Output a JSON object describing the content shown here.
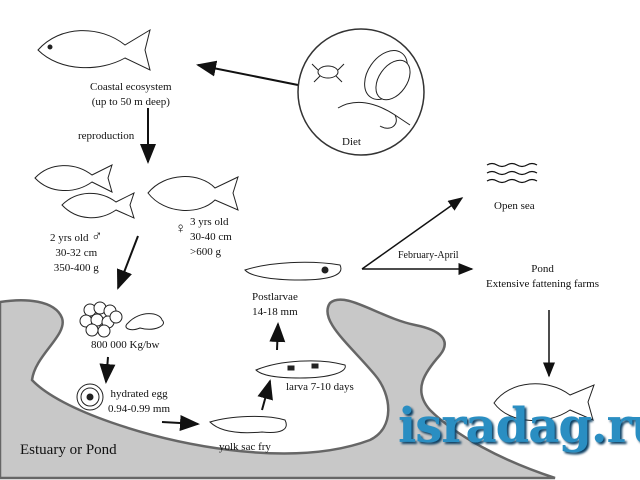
{
  "labels": {
    "coastal_line1": "Coastal ecosystem",
    "coastal_line2": "(up to 50 m deep)",
    "diet": "Diet",
    "reproduction": "reproduction",
    "male_age": "2 yrs old",
    "male_length": "30-32 cm",
    "male_weight": "350-400 g",
    "female_age": "3 yrs old",
    "female_length": "30-40 cm",
    "female_weight": ">600 g",
    "eggs": "800 000 Kg/bw",
    "hydrated_egg": "hydrated egg",
    "hydrated_egg_size": "0.94-0.99 mm",
    "yolk_sac_fry": "yolk sac fry",
    "larva": "larva 7-10 days",
    "postlarvae": "Postlarvae",
    "postlarvae_size": "14-18 mm",
    "season": "February-April",
    "open_sea": "Open sea",
    "pond": "Pond",
    "farms": "Extensive fattening farms",
    "estuary": "Estuary or Pond"
  },
  "symbols": {
    "male": "♂",
    "female": "♀"
  },
  "watermark": "isradag.ru",
  "colors": {
    "land": "#c8c8c8",
    "watermark": "#2a8ec2"
  }
}
